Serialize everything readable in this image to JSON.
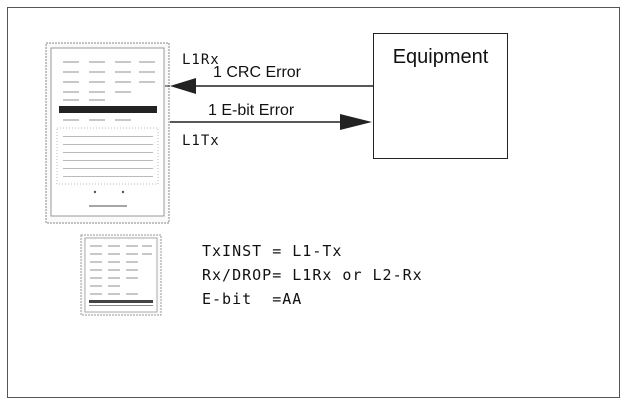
{
  "equipment": {
    "label": "Equipment"
  },
  "ports": {
    "rx": "L1Rx",
    "tx": "L1Tx"
  },
  "errors": {
    "rx_error": "1 CRC Error",
    "tx_error": "1 E-bit Error"
  },
  "settings": [
    {
      "text": "TxINST = L1-Tx"
    },
    {
      "text": "Rx/DROP= L1Rx or L2-Rx"
    },
    {
      "text": "E-bit  =AA"
    }
  ]
}
